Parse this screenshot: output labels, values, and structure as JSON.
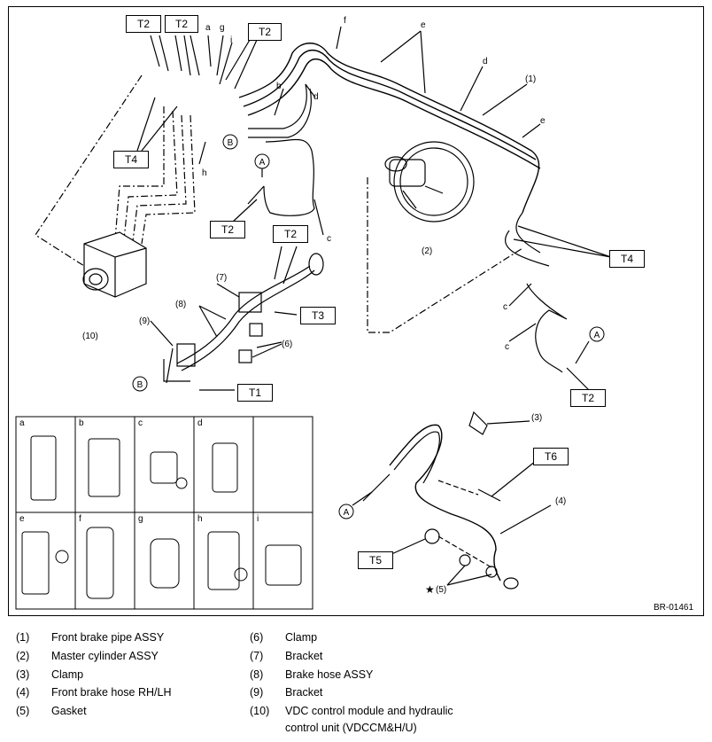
{
  "figure_id": "BR-01461",
  "torque_labels": {
    "t2_a": "T2",
    "t2_b": "T2",
    "t2_c": "T2",
    "t2_d": "T2",
    "t2_e": "T2",
    "t2_f": "T2",
    "t4_a": "T4",
    "t4_b": "T4",
    "t3": "T3",
    "t1": "T1",
    "t6": "T6",
    "t5": "T5"
  },
  "callouts": {
    "a": "a",
    "g": "g",
    "i": "i",
    "f": "f",
    "e1": "e",
    "d1": "d",
    "b1": "b",
    "d2": "d",
    "e2": "e",
    "c1": "c",
    "h": "h",
    "c2": "c",
    "c3": "c",
    "n1": "(1)",
    "n2": "(2)",
    "n3": "(3)",
    "n4": "(4)",
    "n5": "(5)",
    "n6": "(6)",
    "n7": "(7)",
    "n8": "(8)",
    "n9": "(9)",
    "n10": "(10)",
    "circle_a1": "A",
    "circle_a2": "A",
    "circle_a3": "A",
    "circle_b1": "B",
    "circle_b2": "B",
    "star": "★"
  },
  "clip_table": [
    "a",
    "b",
    "c",
    "d",
    "e",
    "f",
    "g",
    "h",
    "i"
  ],
  "legend": [
    {
      "num": "(1)",
      "text": "Front brake pipe ASSY"
    },
    {
      "num": "(2)",
      "text": "Master cylinder ASSY"
    },
    {
      "num": "(3)",
      "text": "Clamp"
    },
    {
      "num": "(4)",
      "text": "Front brake hose RH/LH"
    },
    {
      "num": "(5)",
      "text": "Gasket"
    },
    {
      "num": "(6)",
      "text": "Clamp"
    },
    {
      "num": "(7)",
      "text": "Bracket"
    },
    {
      "num": "(8)",
      "text": "Brake hose ASSY"
    },
    {
      "num": "(9)",
      "text": "Bracket"
    },
    {
      "num": "(10)",
      "text": "VDC control module and hydraulic",
      "text2": "control unit (VDCCM&H/U)"
    }
  ]
}
